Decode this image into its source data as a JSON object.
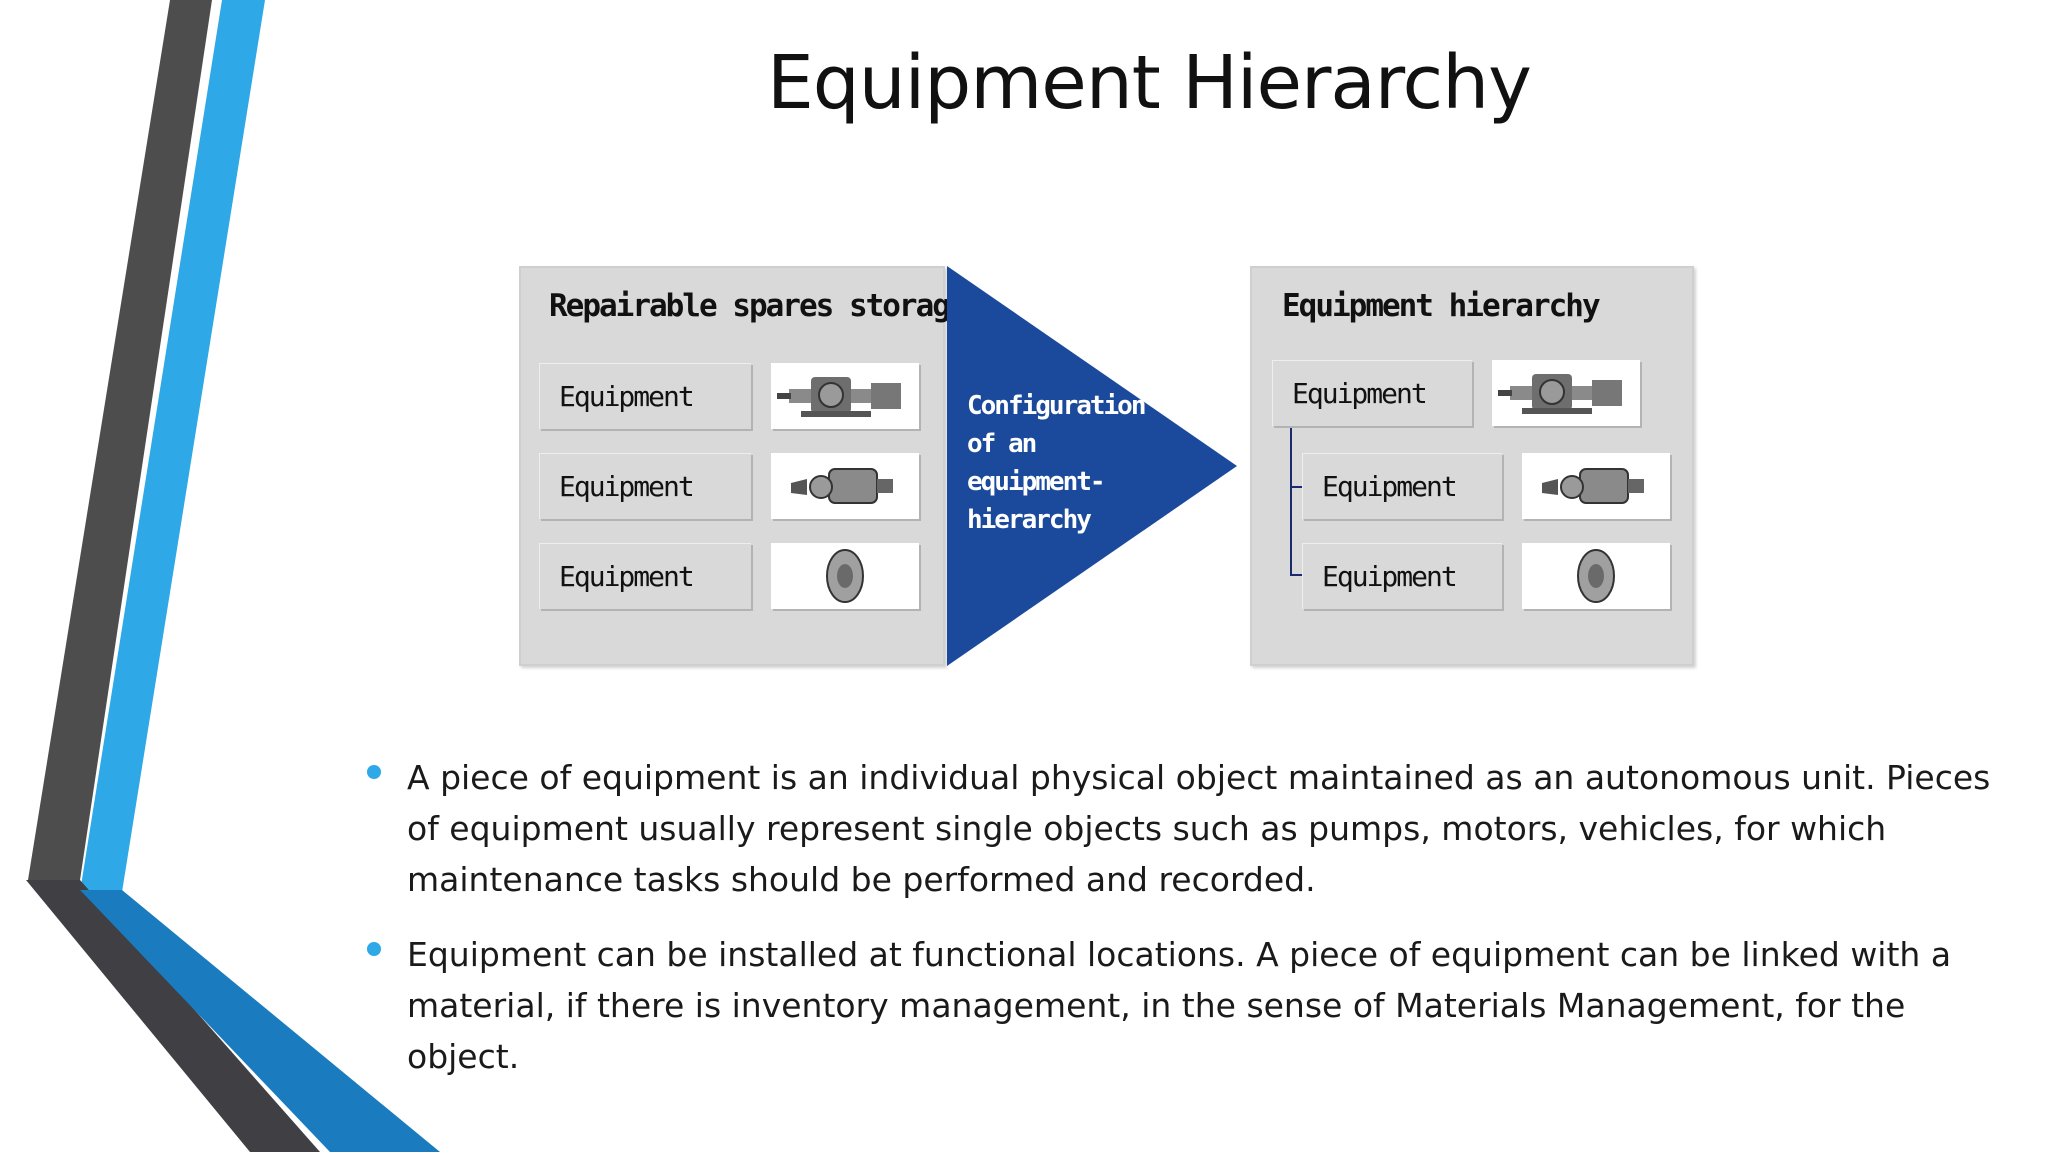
{
  "slide": {
    "title": "Equipment Hierarchy"
  },
  "diagram": {
    "left_panel": {
      "title": "Repairable spares storage",
      "items": [
        "Equipment",
        "Equipment",
        "Equipment"
      ]
    },
    "arrow": {
      "lines": [
        "Configuration",
        "of an",
        "equipment-",
        "hierarchy"
      ]
    },
    "right_panel": {
      "title": "Equipment hierarchy",
      "items": [
        "Equipment",
        "Equipment",
        "Equipment"
      ]
    },
    "colors": {
      "arrow": "#1b4a9c",
      "panel": "#d9d9d9",
      "tree_line": "#1a2a6e"
    }
  },
  "bullets": [
    "A piece of equipment is an individual physical object maintained as an autonomous unit. Pieces of equipment usually represent single objects such as pumps, motors, vehicles, for which maintenance tasks should be performed and recorded.",
    "Equipment can be installed at functional locations. A piece of equipment can be linked with a material, if there is inventory management, in the sense of Materials Management, for the object."
  ],
  "theme": {
    "accent_blue": "#2ea8e6",
    "dark_blue": "#1a7cbf",
    "dark_gray": "#4a4a4a"
  }
}
